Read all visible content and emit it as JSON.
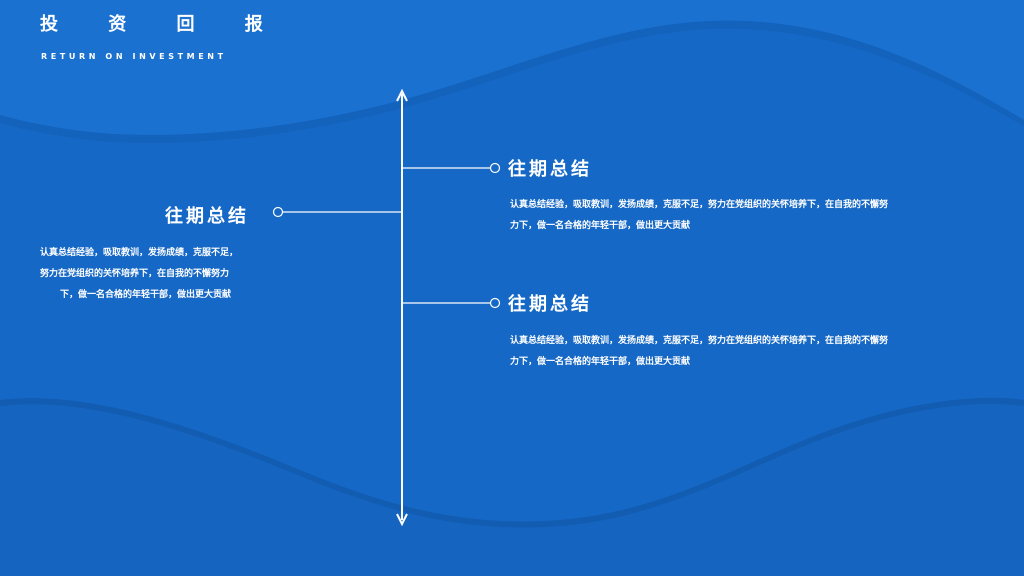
{
  "header": {
    "title": "投 资 回 报",
    "subtitle": "RETURN ON INVESTMENT"
  },
  "timeline": {
    "left": {
      "title": "往期总结",
      "body_lines": [
        "认真总结经验，吸取教训，发扬成绩，克服不足，",
        "努力在党组织的关怀培养下，在自我的不懈努力",
        "下，做一名合格的年轻干部，做出更大贡献"
      ]
    },
    "right": [
      {
        "title": "往期总结",
        "body_lines": [
          "认真总结经验，吸取教训，发扬成绩，克服不足，努力在党组织的关怀培养下，在自我的不懈努",
          "力下，做一名合格的年轻干部，做出更大贡献"
        ]
      },
      {
        "title": "往期总结",
        "body_lines": [
          "认真总结经验，吸取教训，发扬成绩，克服不足，努力在党组织的关怀培养下，在自我的不懈努",
          "力下，做一名合格的年轻干部，做出更大贡献"
        ]
      }
    ]
  },
  "colors": {
    "background": "#1668c6",
    "wave_light": "#1a73d3",
    "wave_dark": "#1461bb",
    "line": "#ffffff"
  }
}
